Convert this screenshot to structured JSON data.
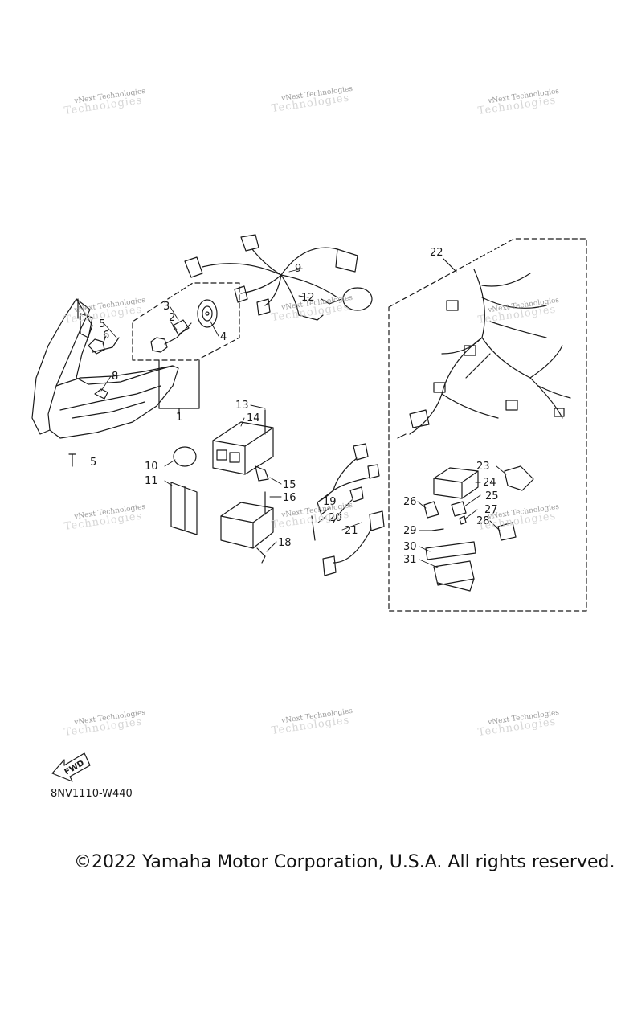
{
  "watermark_text": "vNext Technologies",
  "watermark_ghost_text": "Technologies",
  "diagram_code": "8NV1110-W440",
  "copyright": "©2022 Yamaha Motor Corporation, U.S.A. All rights reserved.",
  "fwd_label": "FWD",
  "callouts": {
    "c1": "1",
    "c2": "2",
    "c3": "3",
    "c4": "4",
    "c5a": "5",
    "c5b": "5",
    "c6": "6",
    "c8": "8",
    "c9": "9",
    "c10": "10",
    "c11": "11",
    "c12": "12",
    "c13": "13",
    "c14": "14",
    "c15": "15",
    "c16": "16",
    "c18": "18",
    "c19": "19",
    "c20": "20",
    "c21": "21",
    "c22": "22",
    "c23": "23",
    "c24": "24",
    "c25": "25",
    "c26": "26",
    "c27": "27",
    "c28": "28",
    "c29": "29",
    "c30": "30",
    "c31": "31"
  }
}
